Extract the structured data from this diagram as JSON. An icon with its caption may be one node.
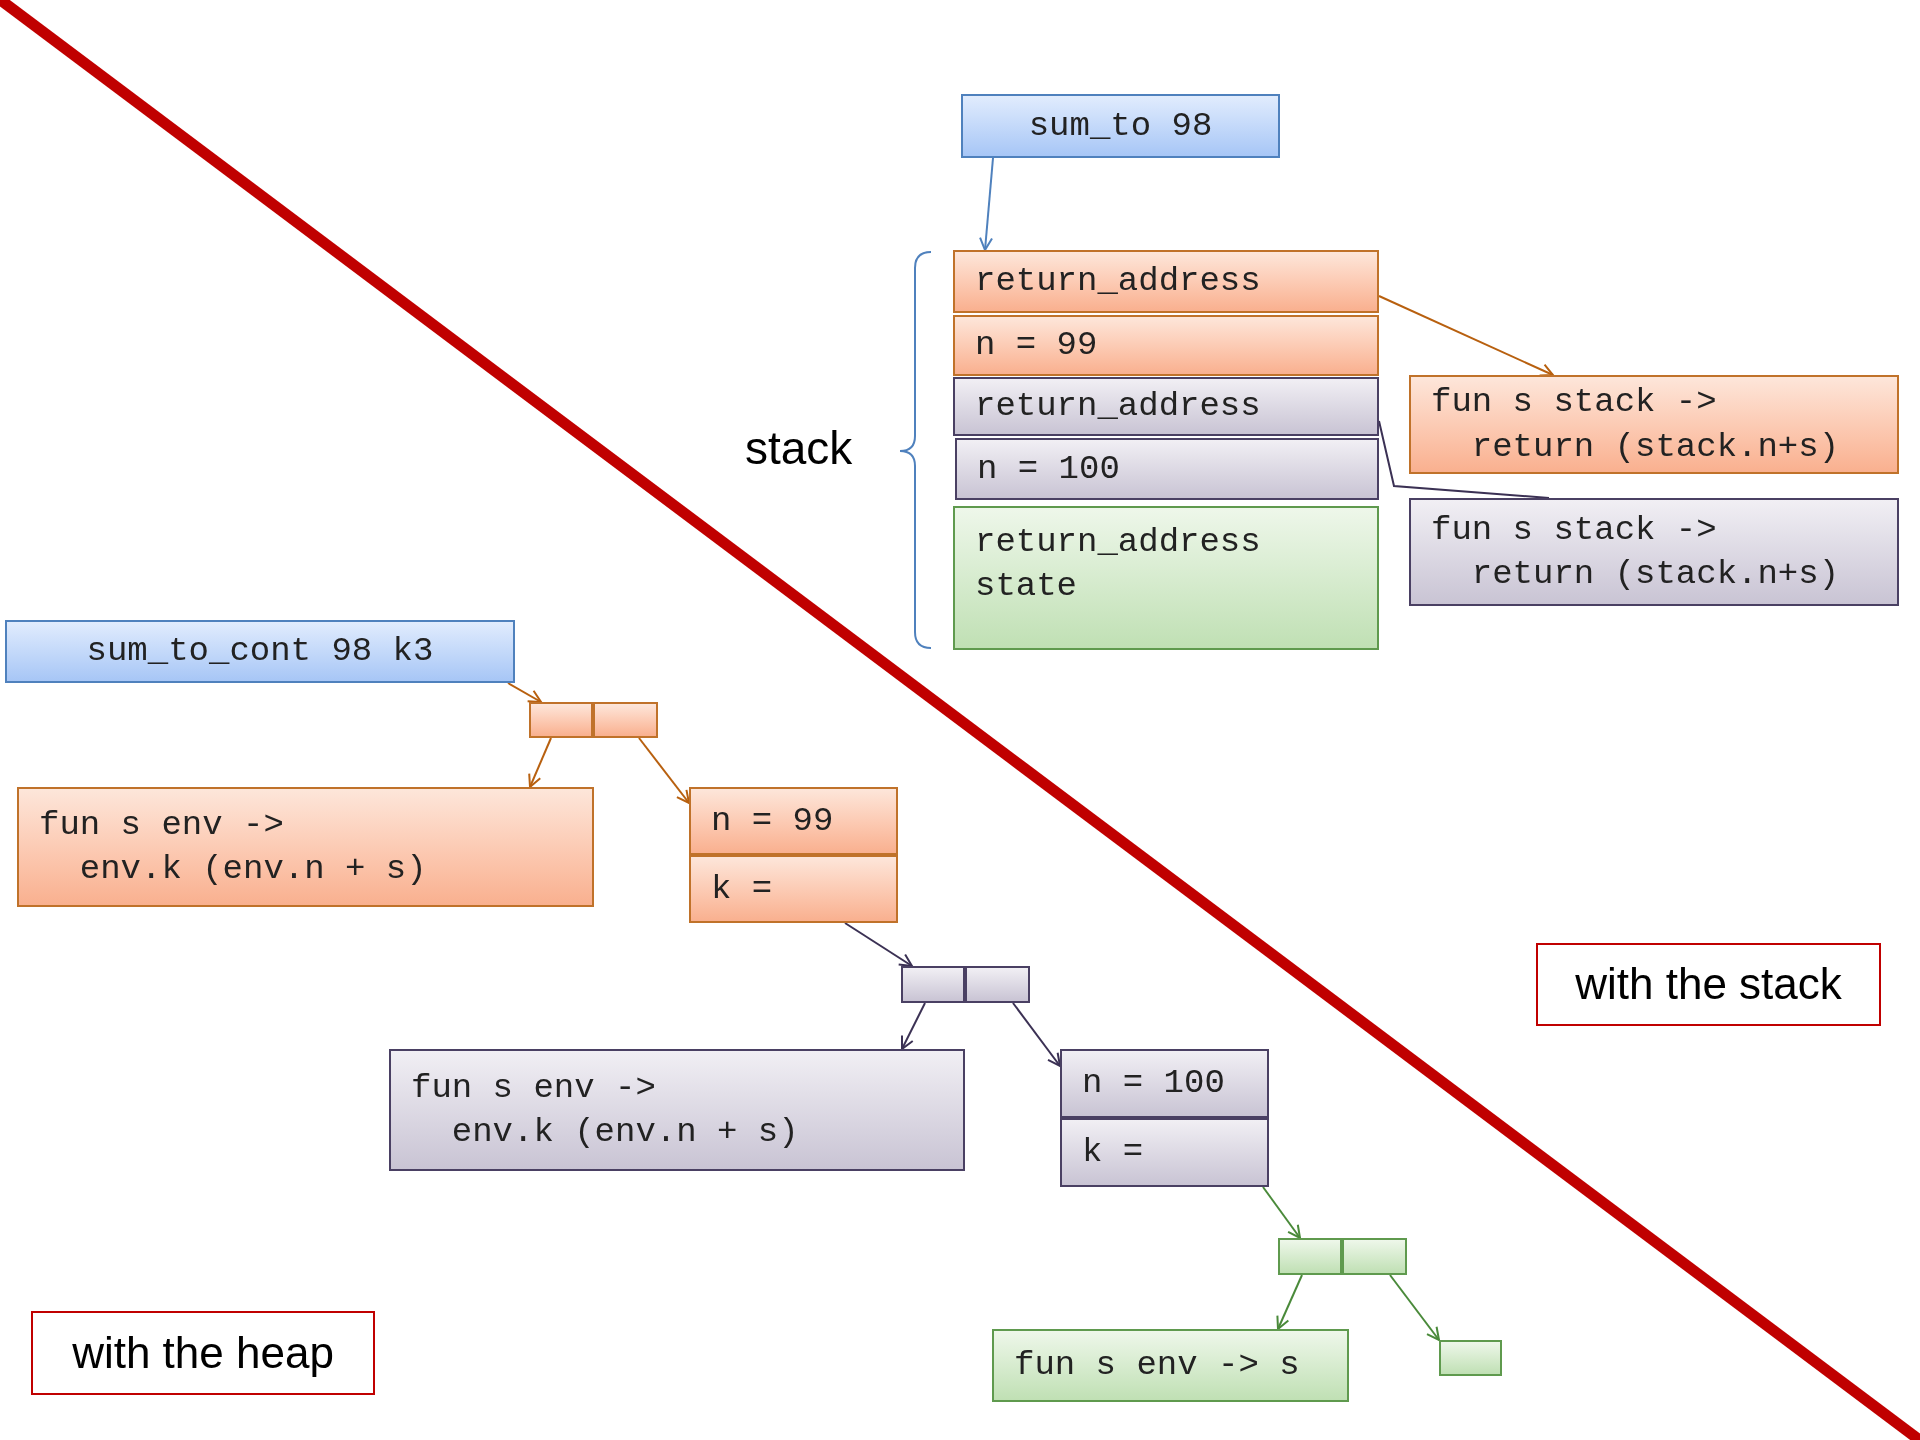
{
  "diagram": {
    "nodes": [
      {
        "text": [
          "sum_to 98"
        ]
      },
      {
        "text": [
          "return_address"
        ]
      },
      {
        "text": [
          "n = 99"
        ]
      },
      {
        "text": [
          "return_address"
        ]
      },
      {
        "text": [
          "n = 100"
        ]
      },
      {
        "text": [
          "return_address",
          "state"
        ]
      },
      {
        "text": [
          "fun s stack ->",
          "return (stack.n+s)"
        ]
      },
      {
        "text": [
          "fun s stack ->",
          "return (stack.n+s)"
        ]
      },
      {
        "text": [
          "sum_to_cont 98 k3"
        ]
      },
      {
        "text": [],
        "shape": "box"
      },
      {
        "text": [],
        "shape": "box"
      },
      {
        "text": [
          "fun s env ->",
          "env.k (env.n + s)"
        ]
      },
      {
        "text": [
          "n = 99"
        ]
      },
      {
        "text": [
          "k ="
        ]
      },
      {
        "text": [],
        "shape": "box"
      },
      {
        "text": [],
        "shape": "box"
      },
      {
        "text": [
          "fun s env ->",
          "env.k (env.n + s)"
        ]
      },
      {
        "text": [
          "n = 100"
        ]
      },
      {
        "text": [
          "k ="
        ]
      },
      {
        "text": [],
        "shape": "box"
      },
      {
        "text": [],
        "shape": "box"
      },
      {
        "text": [
          "fun s env -> s"
        ]
      },
      {
        "text": [],
        "shape": "box"
      },
      {
        "text": [
          "with the stack"
        ]
      },
      {
        "text": [
          "with the heap"
        ]
      }
    ],
    "edges": [
      {
        "from": 0,
        "to": 1,
        "arrow": "to",
        "color": "#4f81bd"
      },
      {
        "from": 1,
        "to": 6,
        "arrow": "to",
        "color": "#b8600f"
      },
      {
        "from": 3,
        "to": 7,
        "arrow": "none",
        "color": "#3b3154"
      },
      {
        "from": 8,
        "to": 9,
        "arrow": "to",
        "color": "#b8600f"
      },
      {
        "from": 9,
        "to": 11,
        "arrow": "to",
        "color": "#b8600f"
      },
      {
        "from": 10,
        "to": 12,
        "arrow": "to",
        "color": "#b8600f"
      },
      {
        "from": 13,
        "to": 14,
        "arrow": "to",
        "color": "#3b3154"
      },
      {
        "from": 14,
        "to": 16,
        "arrow": "to",
        "color": "#3b3154"
      },
      {
        "from": 15,
        "to": 17,
        "arrow": "to",
        "color": "#3b3154"
      },
      {
        "from": 18,
        "to": 19,
        "arrow": "to",
        "color": "#4a8a3a"
      },
      {
        "from": 19,
        "to": 21,
        "arrow": "to",
        "color": "#4a8a3a"
      },
      {
        "from": 20,
        "to": 22,
        "arrow": "to",
        "color": "#4a8a3a"
      }
    ],
    "labels": [
      "stack"
    ]
  }
}
